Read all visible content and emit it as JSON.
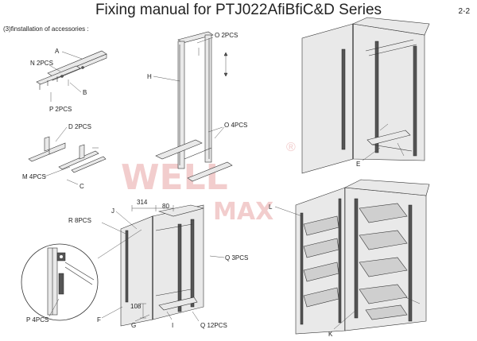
{
  "document": {
    "title": "Fixing manual for PTJ022AfiBfiC&D Series",
    "page_number": "2-2",
    "section_heading": "(3)finstallation of accessories :"
  },
  "watermark": {
    "text_1": "WELL",
    "text_2": "MAX",
    "color": "#e8a5a5",
    "registered_mark": "®"
  },
  "labels": {
    "A": "A",
    "N": "N 2PCS",
    "B": "B",
    "P_top": "P 2PCS",
    "D": "D 2PCS",
    "M": "M 4PCS",
    "C": "C",
    "O_top": "O 2PCS",
    "H": "H",
    "O_mid": "O 4PCS",
    "E": "E",
    "dim_314": "314",
    "dim_80": "80",
    "J": "J",
    "R": "R 8PCS",
    "Q3": "Q 3PCS",
    "P_bottom": "P 4PCS",
    "F": "F",
    "dim_108": "108",
    "G": "G",
    "I": "I",
    "Q12": "Q 12PCS",
    "L": "L",
    "K": "K"
  }
}
